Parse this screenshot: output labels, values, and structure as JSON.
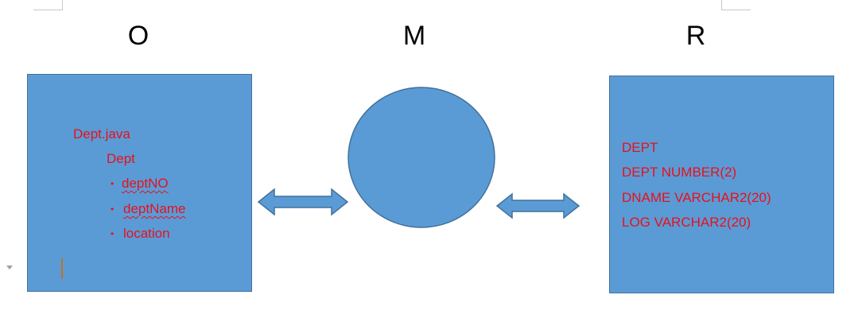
{
  "headings": {
    "object": "O",
    "mapping": "M",
    "relational": "R"
  },
  "object_box": {
    "file": "Dept.java",
    "class": "Dept",
    "fields": [
      "deptNO",
      "deptName",
      "location"
    ]
  },
  "relational_box": {
    "lines": [
      "DEPT",
      "DEPT NUMBER(2)",
      "DNAME VARCHAR2(20)",
      "LOG VARCHAR2(20)"
    ]
  },
  "colors": {
    "shape_fill": "#5b9bd5",
    "shape_border": "#41719c",
    "text_red": "#e8101c"
  },
  "icons": {
    "left_arrow": "double-headed-arrow-icon",
    "right_arrow": "double-headed-arrow-icon"
  }
}
